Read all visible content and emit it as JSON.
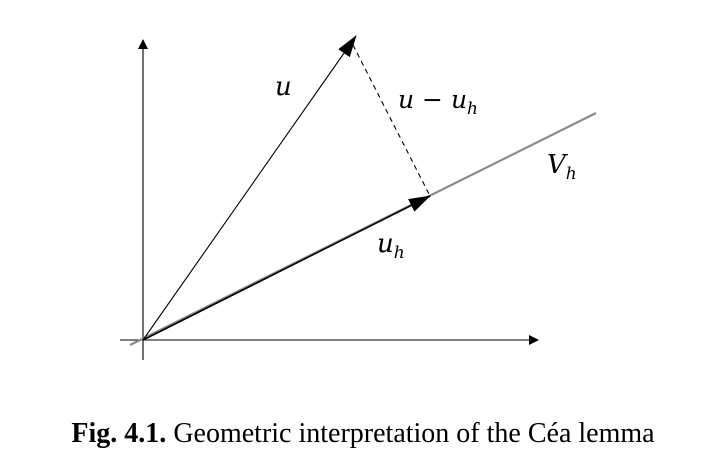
{
  "labels": {
    "u": {
      "main": "u",
      "sub": ""
    },
    "u_minus_uh": {
      "main": "u − u",
      "sub": "h"
    },
    "Vh": {
      "main": "V",
      "sub": "h"
    },
    "uh": {
      "main": "u",
      "sub": "h"
    }
  },
  "caption": {
    "number": "Fig. 4.1.",
    "text": "Geometric interpretation of the Céa lemma"
  },
  "colors": {
    "ink": "#000000",
    "subspace_line": "#8a8a8a"
  }
}
